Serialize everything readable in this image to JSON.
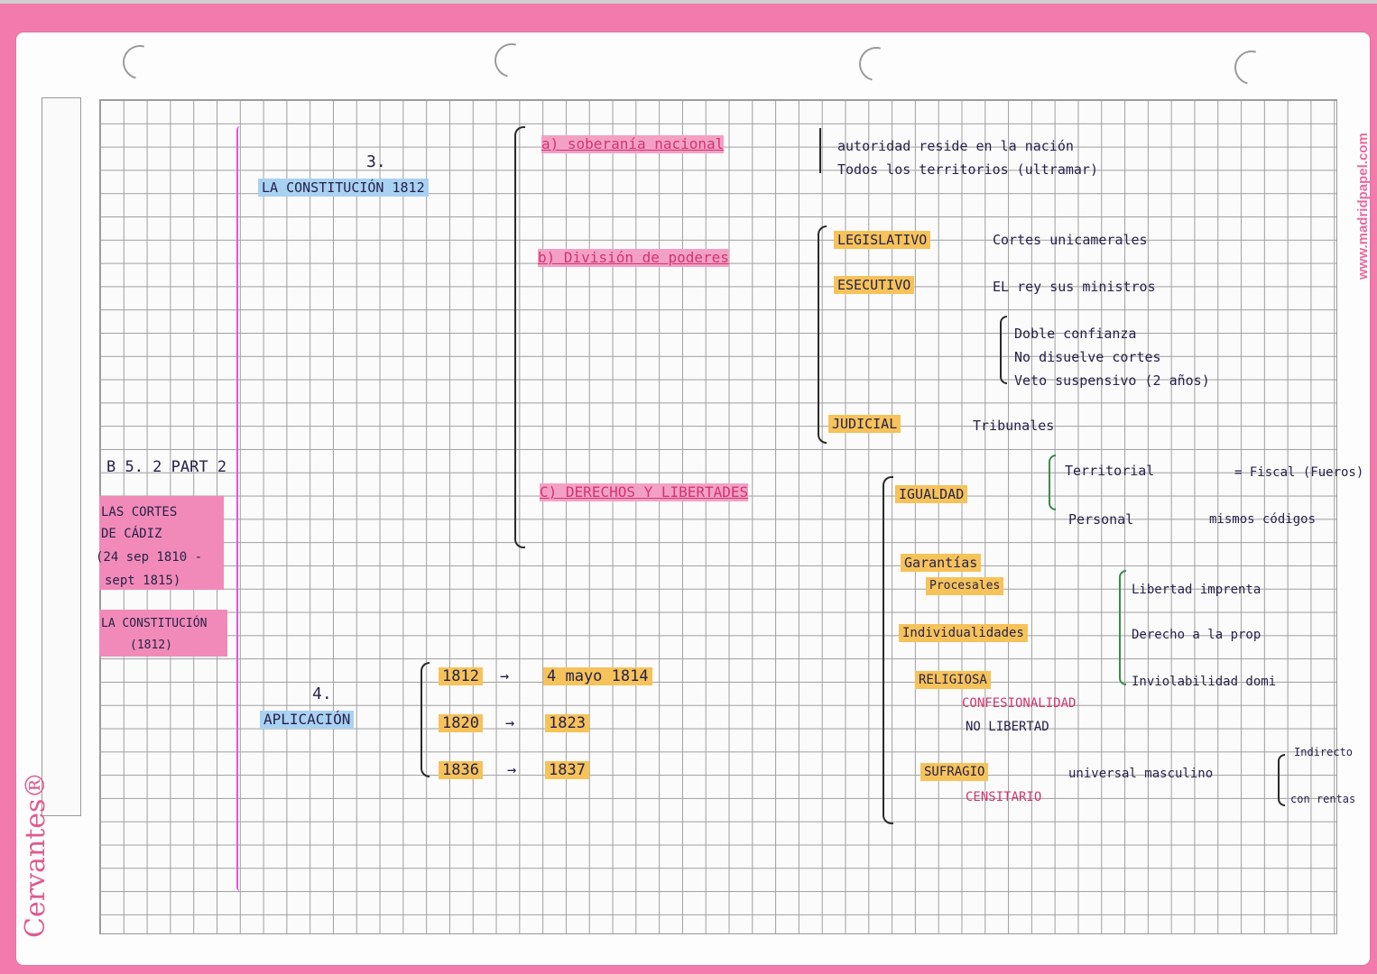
{
  "brand": "Cervantes®",
  "website": "www.madridpapel.com",
  "side": {
    "unit": "B 5. 2 PART 2",
    "box1_lines": [
      "LAS CORTES",
      "DE CÁDIZ",
      "(24 sep 1810 -",
      "sept 1815)"
    ],
    "box2_lines": [
      "LA CONSTITUCIÓN",
      "(1812)"
    ]
  },
  "section3": {
    "number": "3.",
    "title": "LA CONSTITUCIÓN 1812",
    "a": {
      "label": "a) soberanía nacional",
      "lines": [
        "autoridad reside en la nación",
        "Todos los territorios (ultramar)"
      ]
    },
    "b": {
      "label": "b) División de poderes",
      "legislativo": {
        "tag": "LEGISLATIVO",
        "text": "Cortes unicamerales"
      },
      "ejecutivo": {
        "tag": "ESECUTIVO",
        "text": "EL rey sus ministros",
        "notes": [
          "Doble confianza",
          "No disuelve cortes",
          "Veto suspensivo (2 años)"
        ]
      },
      "judicial": {
        "tag": "JUDICIAL",
        "text": "Tribunales"
      }
    },
    "c": {
      "label": "C) DERECHOS Y LIBERTADES",
      "igualdad": {
        "tag": "IGUALDAD",
        "territorial": "Territorial",
        "territorial_result": "= Fiscal (Fueros)",
        "personal": "Personal",
        "personal_result": "mismos códigos"
      },
      "garantias": {
        "line1": "Garantías",
        "line2": "Procesales"
      },
      "individualidades": {
        "tag": "Individualidades",
        "items": [
          "Libertad imprenta",
          "Derecho a la prop",
          "Inviolabilidad domi"
        ]
      },
      "religiosa": {
        "tag": "RELIGIOSA",
        "sub": [
          "CONFESIONALIDAD",
          "NO LIBERTAD"
        ]
      },
      "sufragio": {
        "tag": "SUFRAGIO",
        "text": "universal masculino",
        "options": [
          "Indirecto",
          "con rentas"
        ],
        "sub": "CENSITARIO"
      }
    }
  },
  "section4": {
    "number": "4.",
    "title": "APLICACIÓN",
    "periods": [
      {
        "start": "1812",
        "end": "4 mayo 1814"
      },
      {
        "start": "1820",
        "end": "1823"
      },
      {
        "start": "1836",
        "end": "1837"
      }
    ]
  }
}
